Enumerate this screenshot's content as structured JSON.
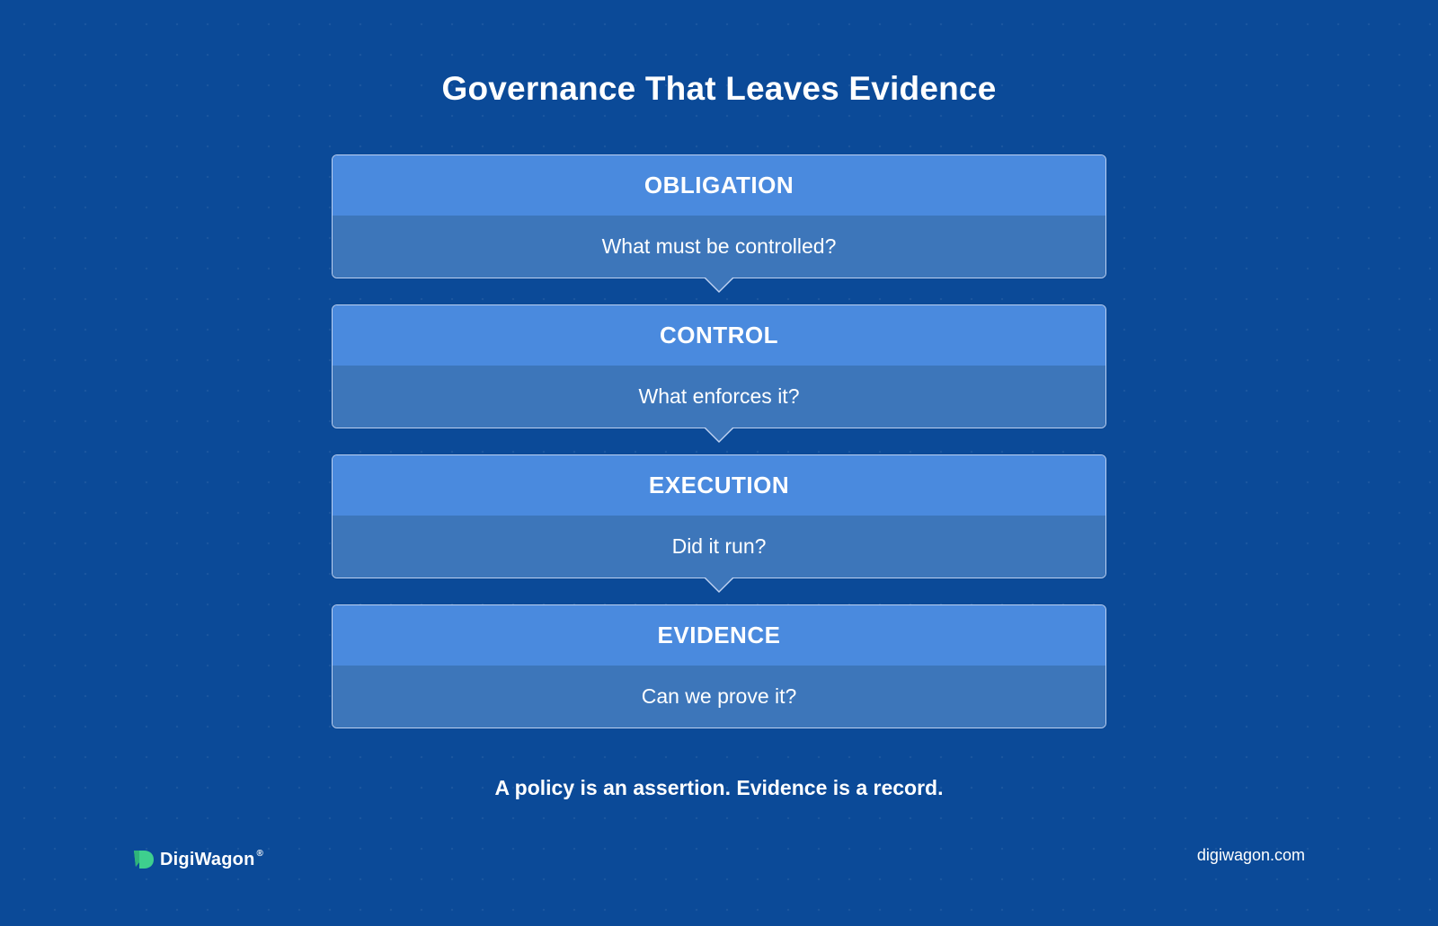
{
  "title": "Governance That Leaves Evidence",
  "stages": [
    {
      "heading": "OBLIGATION",
      "question": "What must be controlled?"
    },
    {
      "heading": "CONTROL",
      "question": "What enforces it?"
    },
    {
      "heading": "EXECUTION",
      "question": "Did it run?"
    },
    {
      "heading": "EVIDENCE",
      "question": "Can we prove it?"
    }
  ],
  "tagline": "A policy is an assertion. Evidence is a record.",
  "footer": {
    "brand": "DigiWagon",
    "brand_mark": "®",
    "brand_icon": "digiwagon-logo-icon",
    "website": "digiwagon.com"
  },
  "colors": {
    "background": "#0b4a98",
    "card_header": "#4a8ade",
    "card_body": "#3d76ba",
    "brand_icon": "#3ecf8e"
  }
}
